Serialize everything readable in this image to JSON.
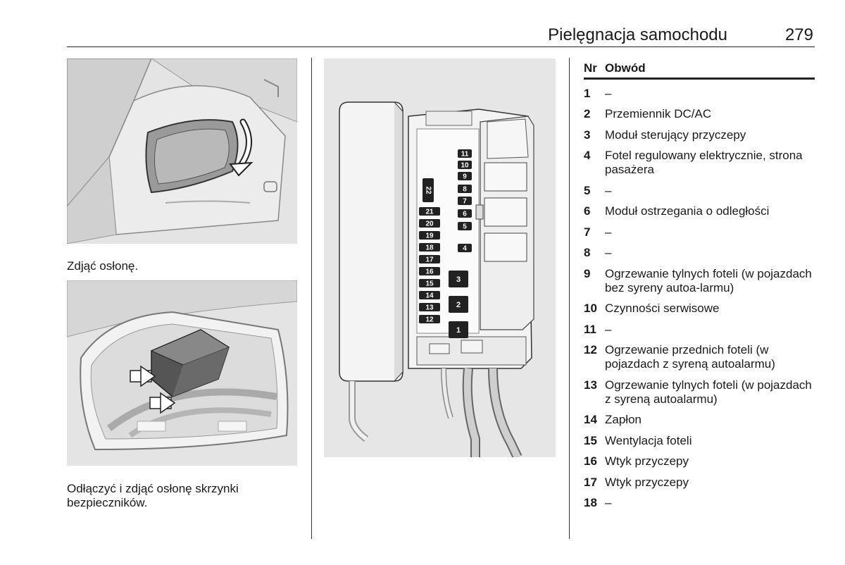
{
  "header": {
    "title": "Pielęgnacja samochodu",
    "page": "279"
  },
  "left": {
    "caption1": "Zdjąć osłonę.",
    "caption2": "Odłączyć i zdjąć osłonę skrzynki bezpieczników."
  },
  "diagram": {
    "fuses_left": [
      "21",
      "20",
      "19",
      "18",
      "17",
      "16",
      "15",
      "14",
      "13",
      "12"
    ],
    "fuses_right": [
      "11",
      "10",
      "9",
      "8",
      "7",
      "6",
      "5",
      "4"
    ],
    "fuses_big": [
      "3",
      "2",
      "1"
    ],
    "fuse_vertical": "22"
  },
  "table": {
    "header_nr": "Nr",
    "header_circuit": "Obwód",
    "rows": [
      {
        "nr": "1",
        "text": "–"
      },
      {
        "nr": "2",
        "text": "Przemiennik DC/AC"
      },
      {
        "nr": "3",
        "text": "Moduł sterujący przyczepy"
      },
      {
        "nr": "4",
        "text": "Fotel regulowany elektrycznie, strona pasażera"
      },
      {
        "nr": "5",
        "text": "–"
      },
      {
        "nr": "6",
        "text": "Moduł ostrzegania o odległości"
      },
      {
        "nr": "7",
        "text": "–"
      },
      {
        "nr": "8",
        "text": "–"
      },
      {
        "nr": "9",
        "text": "Ogrzewanie tylnych foteli (w pojazdach bez syreny autoa-larmu)"
      },
      {
        "nr": "10",
        "text": "Czynności serwisowe"
      },
      {
        "nr": "11",
        "text": "–"
      },
      {
        "nr": "12",
        "text": "Ogrzewanie przednich foteli (w pojazdach z syreną autoalarmu)"
      },
      {
        "nr": "13",
        "text": "Ogrzewanie tylnych foteli (w pojazdach z syreną autoalarmu)"
      },
      {
        "nr": "14",
        "text": "Zapłon"
      },
      {
        "nr": "15",
        "text": "Wentylacja foteli"
      },
      {
        "nr": "16",
        "text": "Wtyk przyczepy"
      },
      {
        "nr": "17",
        "text": "Wtyk przyczepy"
      },
      {
        "nr": "18",
        "text": "–"
      }
    ]
  }
}
